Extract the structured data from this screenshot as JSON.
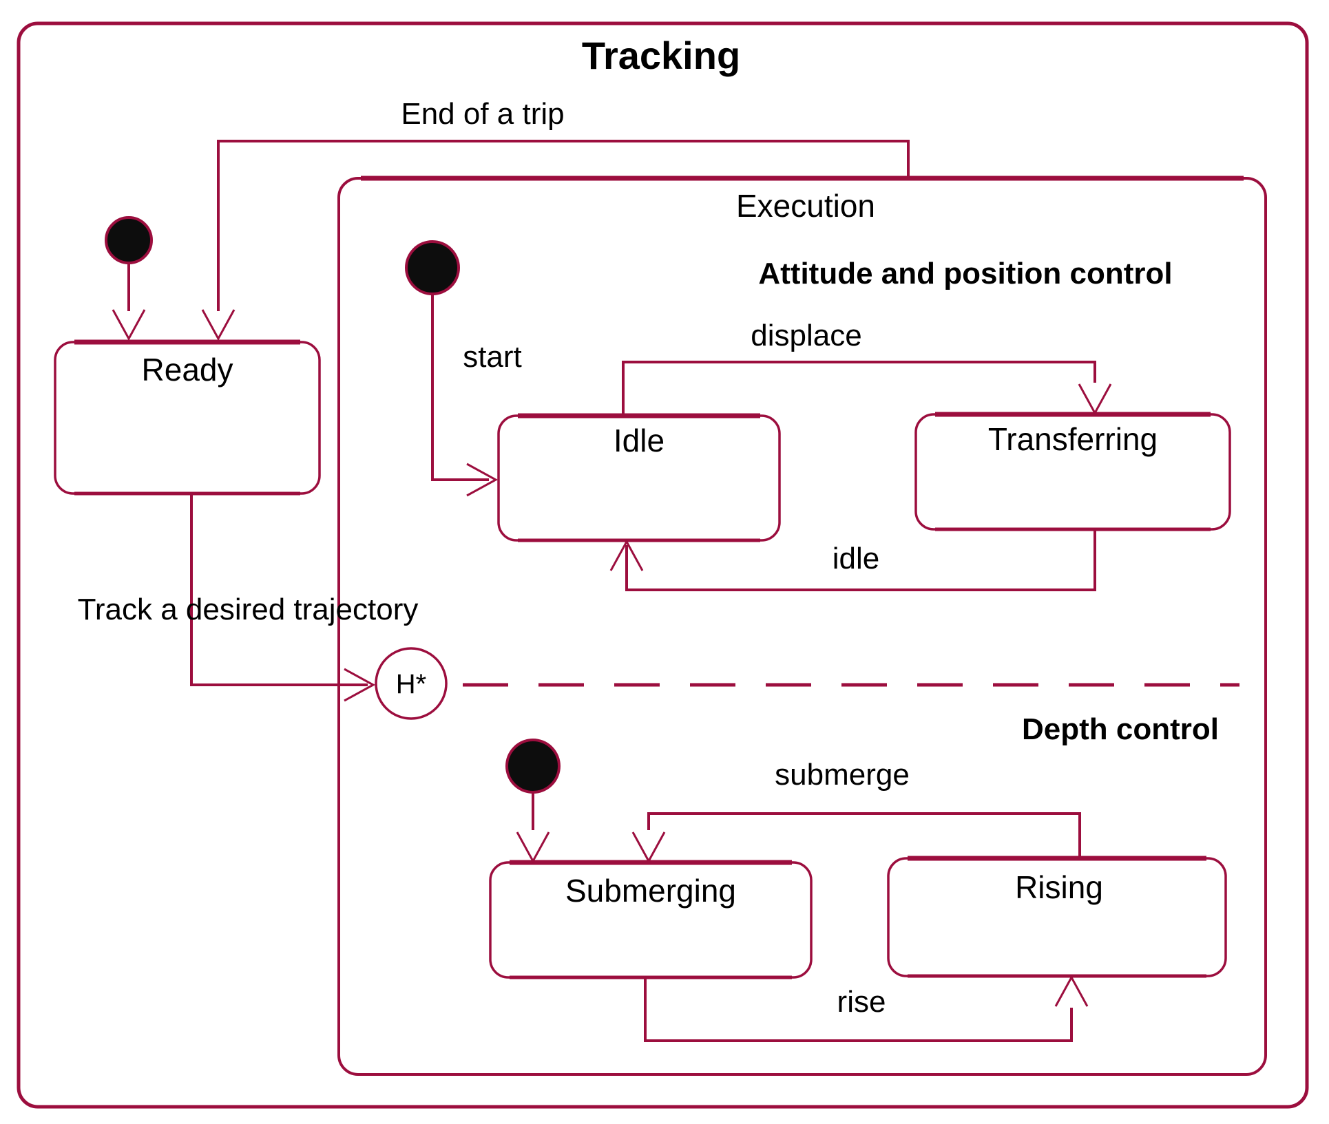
{
  "colors": {
    "accent": "#9c0e3e",
    "text": "#000000",
    "background": "#ffffff",
    "initial_dot_fill": "#0d0d0d"
  },
  "diagram": {
    "title": "Tracking",
    "outer_transitions": {
      "end_of_a_trip": "End of a trip",
      "track_trajectory": "Track a desired trajectory"
    },
    "states": {
      "ready": "Ready"
    },
    "execution": {
      "title": "Execution",
      "history_pseudostate": "H*",
      "regions": {
        "attitude": {
          "title": "Attitude and position control",
          "states": {
            "idle": "Idle",
            "transferring": "Transferring"
          },
          "transitions": {
            "start": "start",
            "displace": "displace",
            "idle": "idle"
          }
        },
        "depth": {
          "title": "Depth control",
          "states": {
            "submerging": "Submerging",
            "rising": "Rising"
          },
          "transitions": {
            "submerge": "submerge",
            "rise": "rise"
          }
        }
      }
    }
  }
}
